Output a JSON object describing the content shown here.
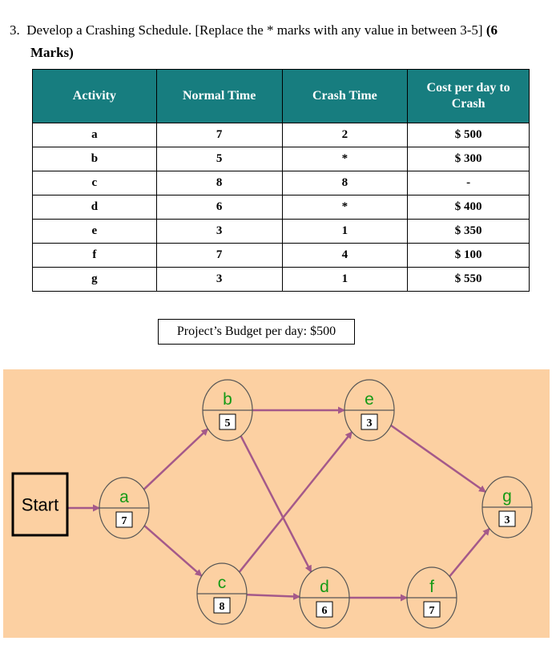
{
  "question": {
    "number": "3.",
    "text": "Develop a Crashing Schedule. [Replace the * marks with any value in between 3-5]",
    "marks_open": "(6",
    "marks_close": "Marks)"
  },
  "table": {
    "headers": [
      "Activity",
      "Normal Time",
      "Crash Time",
      "Cost per day to Crash"
    ],
    "rows": [
      [
        "a",
        "7",
        "2",
        "$ 500"
      ],
      [
        "b",
        "5",
        "*",
        "$ 300"
      ],
      [
        "c",
        "8",
        "8",
        "-"
      ],
      [
        "d",
        "6",
        "*",
        "$ 400"
      ],
      [
        "e",
        "3",
        "1",
        "$ 350"
      ],
      [
        "f",
        "7",
        "4",
        "$ 100"
      ],
      [
        "g",
        "3",
        "1",
        "$ 550"
      ]
    ]
  },
  "budget": "Project’s Budget per day: $500",
  "network": {
    "start_label": "Start",
    "nodes": [
      {
        "id": "a",
        "label": "a",
        "duration": "7"
      },
      {
        "id": "b",
        "label": "b",
        "duration": "5"
      },
      {
        "id": "c",
        "label": "c",
        "duration": "8"
      },
      {
        "id": "d",
        "label": "d",
        "duration": "6"
      },
      {
        "id": "e",
        "label": "e",
        "duration": "3"
      },
      {
        "id": "f",
        "label": "f",
        "duration": "7"
      },
      {
        "id": "g",
        "label": "g",
        "duration": "3"
      }
    ],
    "edges": [
      [
        "start",
        "a"
      ],
      [
        "a",
        "b"
      ],
      [
        "a",
        "c"
      ],
      [
        "b",
        "e"
      ],
      [
        "b",
        "d"
      ],
      [
        "c",
        "e"
      ],
      [
        "c",
        "d"
      ],
      [
        "d",
        "f"
      ],
      [
        "e",
        "g"
      ],
      [
        "f",
        "g"
      ]
    ],
    "colors": {
      "background": "#fcd0a2",
      "arrow": "#a4598a",
      "node_label": "#159a15"
    }
  }
}
